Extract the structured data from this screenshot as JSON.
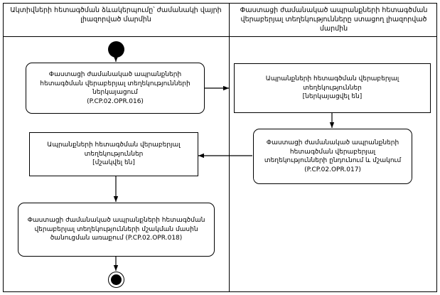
{
  "diagram": {
    "lanes": [
      {
        "id": "lane-left",
        "title": "Ակտիվների հետագծման ձևակերպումը՝ ժամանակի վայրի լիազորված մարմին"
      },
      {
        "id": "lane-right",
        "title": "Փաստացի ժամանակած ապրանքների հետագծման վերաբերյալ տեղեկությունները ստացող լիազորված մարմին"
      }
    ],
    "nodes": [
      {
        "id": "start",
        "type": "initial-node",
        "label": ""
      },
      {
        "id": "node-request",
        "type": "activity",
        "shape": "rounded",
        "label": "Փաստացի ժամանակած ապրանքների հետագծման վերաբերյալ տեղեկությունների ներկայացում\n(P.CP.02.OPR.016)"
      },
      {
        "id": "node-data-submitted",
        "type": "object",
        "shape": "rect",
        "label": "Ապրանքների հետագծման վերաբերյալ տեղեկություններ\n[ներկայացվել են]"
      },
      {
        "id": "node-receive",
        "type": "activity",
        "shape": "rounded",
        "label": "Փաստացի ժամանակած ապրանքների հետագծման վերաբերյալ տեղեկությունների ընդունում և մշակում\n(P.CP.02.OPR.017)"
      },
      {
        "id": "node-data-processed",
        "type": "object",
        "shape": "rect",
        "label": "Ապրանքների հետագծման վերաբերյալ տեղեկություններ\n[մշակվել են]"
      },
      {
        "id": "node-control",
        "type": "activity",
        "shape": "rounded",
        "label": "Փաստացի ժամանակած ապրանքների հետագծման վերաբերյալ տեղեկությունների մշակման մասին ծանուցման առաքում (P.CP.02.OPR.018)"
      },
      {
        "id": "end",
        "type": "final-node",
        "label": ""
      }
    ],
    "edges": [
      {
        "from": "start",
        "to": "node-request"
      },
      {
        "from": "node-request",
        "to": "node-data-submitted"
      },
      {
        "from": "node-data-submitted",
        "to": "node-receive"
      },
      {
        "from": "node-receive",
        "to": "node-data-processed"
      },
      {
        "from": "node-data-processed",
        "to": "node-control"
      },
      {
        "from": "node-control",
        "to": "end"
      }
    ]
  },
  "colors": {
    "stroke": "#000000",
    "background": "#ffffff",
    "text": "#000000"
  }
}
